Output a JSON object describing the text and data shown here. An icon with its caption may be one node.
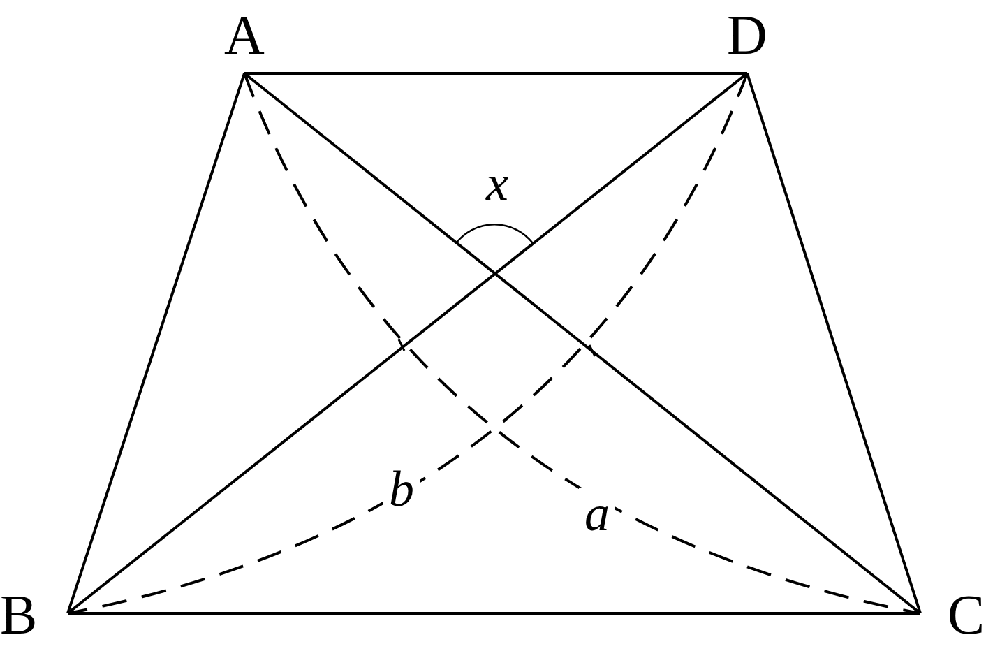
{
  "diagram": {
    "nodes": [
      {
        "text": [
          "A"
        ]
      },
      {
        "text": [
          "D"
        ]
      },
      {
        "text": [
          "B"
        ]
      },
      {
        "text": [
          "C"
        ]
      }
    ],
    "edges": [
      {
        "from": 0,
        "to": 1,
        "arrow": "none"
      },
      {
        "from": 0,
        "to": 2,
        "arrow": "none"
      },
      {
        "from": 1,
        "to": 3,
        "arrow": "none"
      },
      {
        "from": 2,
        "to": 3,
        "arrow": "none"
      },
      {
        "from": 0,
        "to": 3,
        "arrow": "none"
      },
      {
        "from": 1,
        "to": 2,
        "arrow": "none"
      },
      {
        "from": 0,
        "to": 3,
        "arrow": "none",
        "style": "dashed",
        "label": "a"
      },
      {
        "from": 1,
        "to": 2,
        "arrow": "none",
        "style": "dashed",
        "label": "b"
      }
    ],
    "labels": [
      "x"
    ]
  }
}
